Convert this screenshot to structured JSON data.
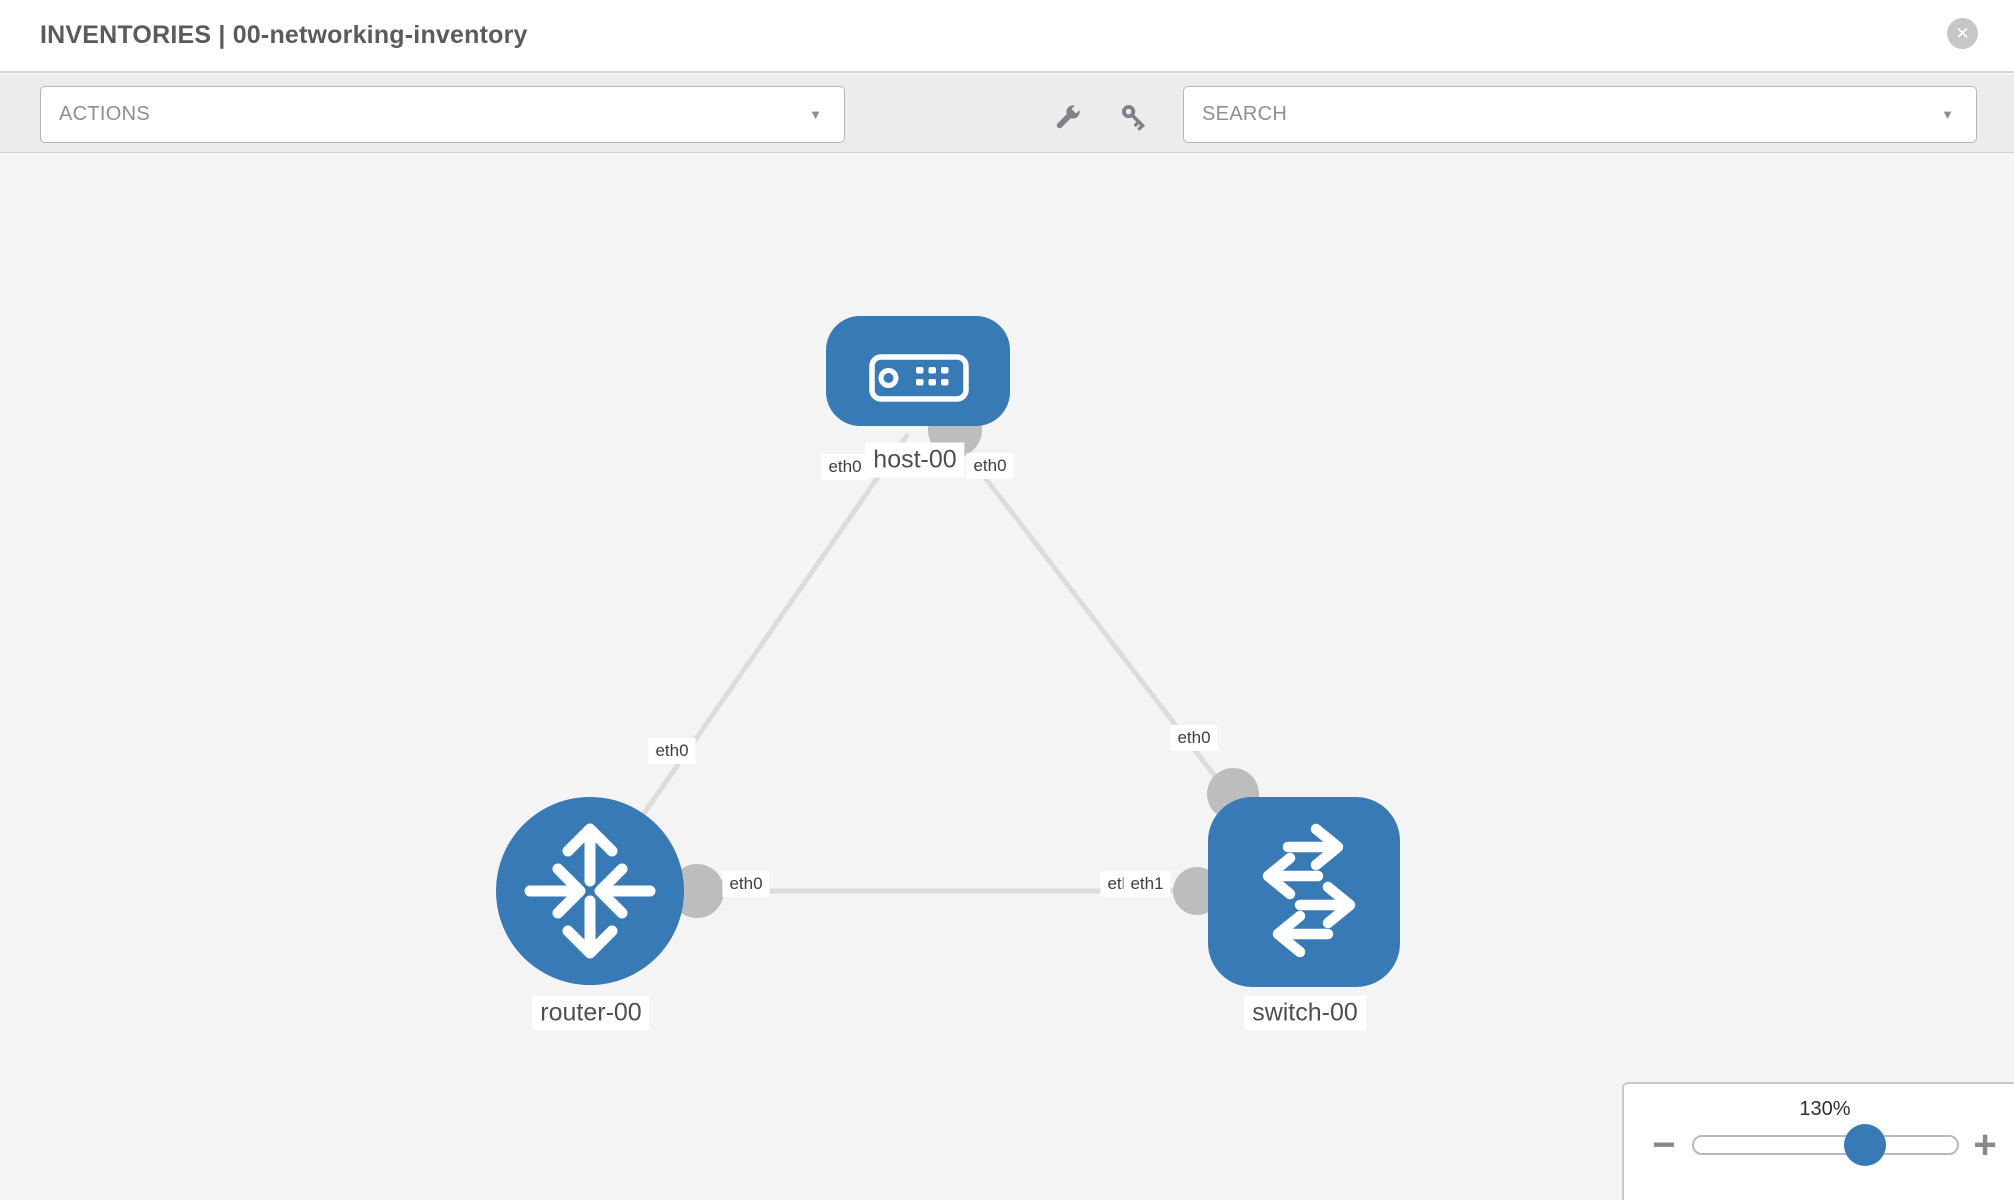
{
  "header": {
    "title": "INVENTORIES | 00-networking-inventory"
  },
  "toolbar": {
    "actions_label": "ACTIONS",
    "search_label": "SEARCH"
  },
  "icons": {
    "close": "✕",
    "caret_down": "▼",
    "wrench": "wrench-icon",
    "key": "key-icon"
  },
  "topology": {
    "nodes": [
      {
        "id": "host-00",
        "label": "host-00",
        "type": "host"
      },
      {
        "id": "router-00",
        "label": "router-00",
        "type": "router"
      },
      {
        "id": "switch-00",
        "label": "switch-00",
        "type": "switch"
      }
    ],
    "links": [
      {
        "source": "router-00",
        "source_interface": "eth0",
        "target": "host-00",
        "target_interface": "eth0"
      },
      {
        "source": "host-00",
        "source_interface": "eth0",
        "target": "switch-00",
        "target_interface": "eth0"
      },
      {
        "source": "router-00",
        "source_interface": "eth0",
        "target": "switch-00",
        "target_interface": "eth1",
        "overlapped_label": "eth0"
      }
    ]
  },
  "zoom_control": {
    "value": "130%",
    "zoom_out_label": "−",
    "zoom_in_label": "+"
  },
  "colors": {
    "node_blue": "#377ab5",
    "link_gray": "#dcdcdc",
    "connector_gray": "#bdbdbd",
    "canvas_bg": "#f4f4f5",
    "toolbar_bg": "#ececec"
  }
}
